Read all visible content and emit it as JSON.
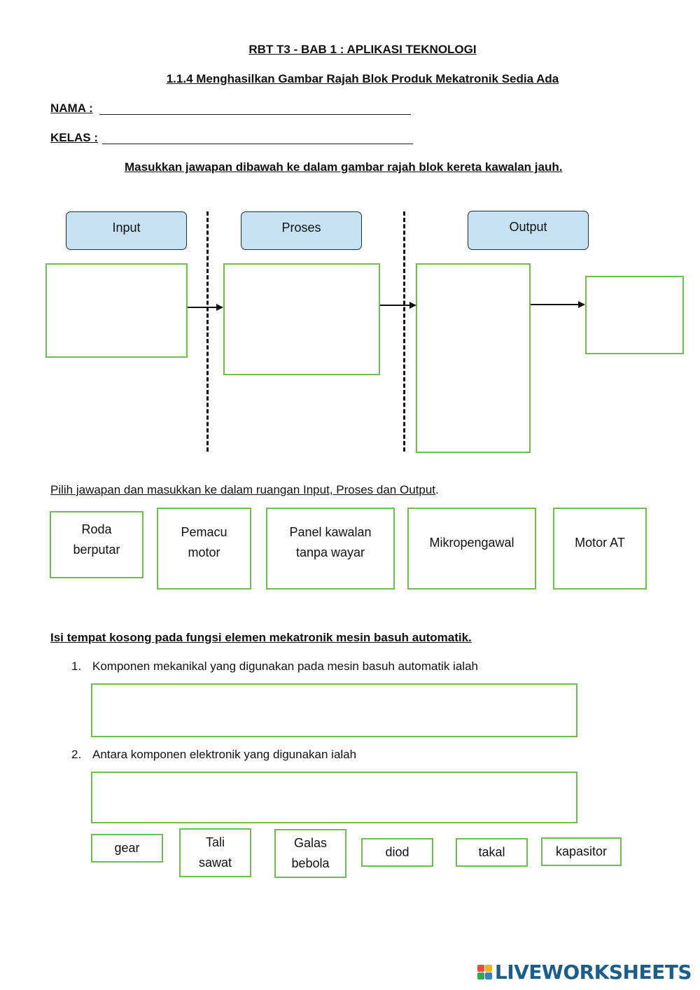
{
  "header": {
    "title": "RBT T3 - BAB 1 : APLIKASI TEKNOLOGI",
    "subtitle": "1.1.4 Menghasilkan Gambar Rajah Blok Produk Mekatronik Sedia Ada",
    "name_label": "NAMA :",
    "class_label": "KELAS :"
  },
  "diagram": {
    "instruction": "Masukkan jawapan dibawah ke dalam gambar rajah blok kereta kawalan jauh.",
    "headers": {
      "input": "Input",
      "process": "Proses",
      "output": "Output"
    }
  },
  "choices": {
    "instruction_underlined": "Pilih jawapan dan masukkan ke dalam ruangan Input, Proses dan Output",
    "instruction_end": ".",
    "items": [
      {
        "line1": "Roda",
        "line2": "berputar"
      },
      {
        "line1": "Pemacu",
        "line2": "motor"
      },
      {
        "line1": "Panel kawalan",
        "line2": "tanpa wayar"
      },
      {
        "line1": "Mikropengawal",
        "line2": ""
      },
      {
        "line1": "Motor AT",
        "line2": ""
      }
    ]
  },
  "section2": {
    "heading": "Isi tempat kosong pada fungsi elemen mekatronik mesin basuh automatik.",
    "questions": [
      {
        "number": "1.",
        "text": "Komponen mekanikal yang digunakan pada mesin basuh automatik ialah"
      },
      {
        "number": "2.",
        "text": "Antara komponen elektronik yang digunakan ialah"
      }
    ],
    "options": [
      {
        "line1": "gear",
        "line2": ""
      },
      {
        "line1": "Tali",
        "line2": "sawat"
      },
      {
        "line1": "Galas",
        "line2": "bebola"
      },
      {
        "line1": "diod",
        "line2": ""
      },
      {
        "line1": "takal",
        "line2": ""
      },
      {
        "line1": "kapasitor",
        "line2": ""
      }
    ]
  },
  "footer": {
    "logo_text": "LIVEWORKSHEETS",
    "logo_colors": [
      "#e94e3c",
      "#f5b400",
      "#34a853",
      "#3b82c4"
    ]
  }
}
